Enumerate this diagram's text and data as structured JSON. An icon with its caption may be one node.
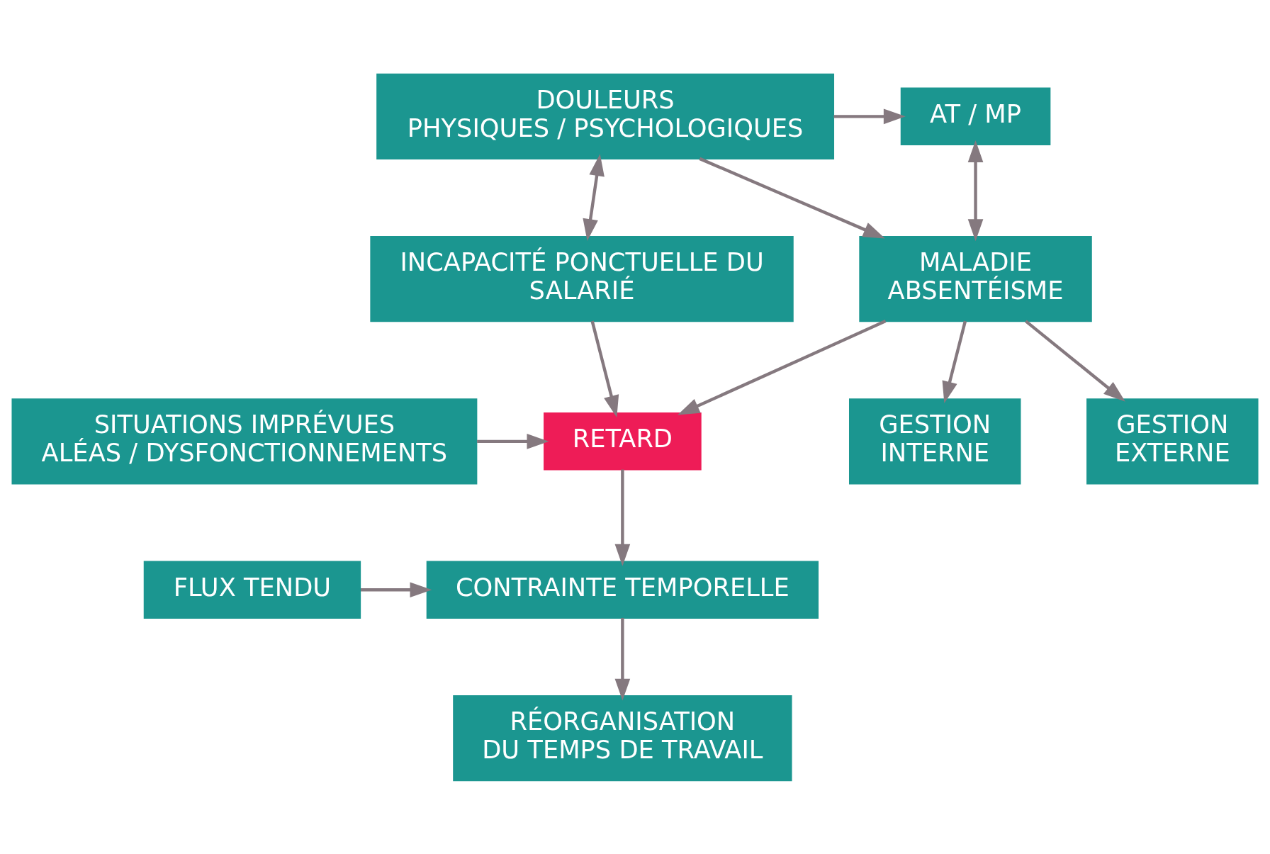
{
  "diagram": {
    "nodes": [
      {
        "text": [
          "AT / MP"
        ]
      },
      {
        "text": [
          "DOULEURS PHYSIQUES / PSYCHOLOGIQUES"
        ]
      },
      {
        "text": [
          "MALADIE ABSENTÉISME"
        ]
      },
      {
        "text": [
          "INCAPACITÉ PONCTUELLE DU SALARIÉ"
        ]
      },
      {
        "text": [
          "GESTION INTERNE"
        ]
      },
      {
        "text": [
          "GESTION EXTERNE"
        ]
      },
      {
        "text": [
          "RETARD"
        ]
      },
      {
        "text": [
          "SITUATIONS IMPRÉVUES ALÉAS / DYSFONCTIONNEMENTS"
        ]
      },
      {
        "text": [
          "FLUX TENDU"
        ]
      },
      {
        "text": [
          "CONTRAINTE TEMPORELLE"
        ]
      },
      {
        "text": [
          "RÉORGANISATION DU TEMPS DE TRAVAIL"
        ]
      }
    ],
    "edges": [
      {
        "from": 1,
        "to": 0,
        "arrow": "to"
      },
      {
        "from": 0,
        "to": 2,
        "arrow": "both"
      },
      {
        "from": 1,
        "to": 2,
        "arrow": "to"
      },
      {
        "from": 1,
        "to": 3,
        "arrow": "both"
      },
      {
        "from": 2,
        "to": 4,
        "arrow": "to"
      },
      {
        "from": 2,
        "to": 5,
        "arrow": "to"
      },
      {
        "from": 2,
        "to": 6,
        "arrow": "to"
      },
      {
        "from": 3,
        "to": 6,
        "arrow": "to"
      },
      {
        "from": 7,
        "to": 6,
        "arrow": "to"
      },
      {
        "from": 6,
        "to": 9,
        "arrow": "to"
      },
      {
        "from": 8,
        "to": 9,
        "arrow": "to"
      },
      {
        "from": 9,
        "to": 10,
        "arrow": "to"
      }
    ]
  }
}
